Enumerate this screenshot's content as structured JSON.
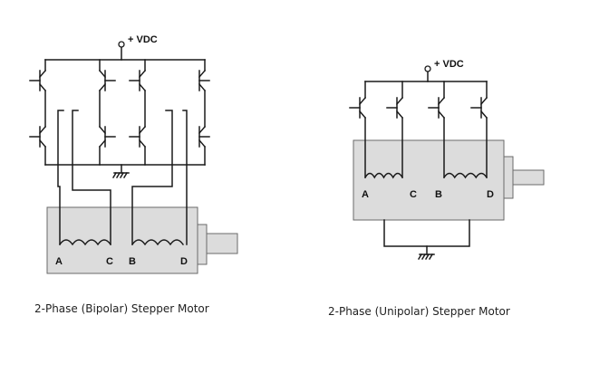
{
  "bipolar": {
    "supply_label": "+ VDC",
    "terminals": [
      "A",
      "C",
      "B",
      "D"
    ],
    "caption": "2-Phase (Bipolar) Stepper Motor"
  },
  "unipolar": {
    "supply_label": "+ VDC",
    "terminals": [
      "A",
      "C",
      "B",
      "D"
    ],
    "caption": "2-Phase (Unipolar) Stepper Motor"
  },
  "colors": {
    "wire": "#1a1a1a",
    "motor_body": "#dcdcdc",
    "motor_outline": "#6a6a6a"
  }
}
